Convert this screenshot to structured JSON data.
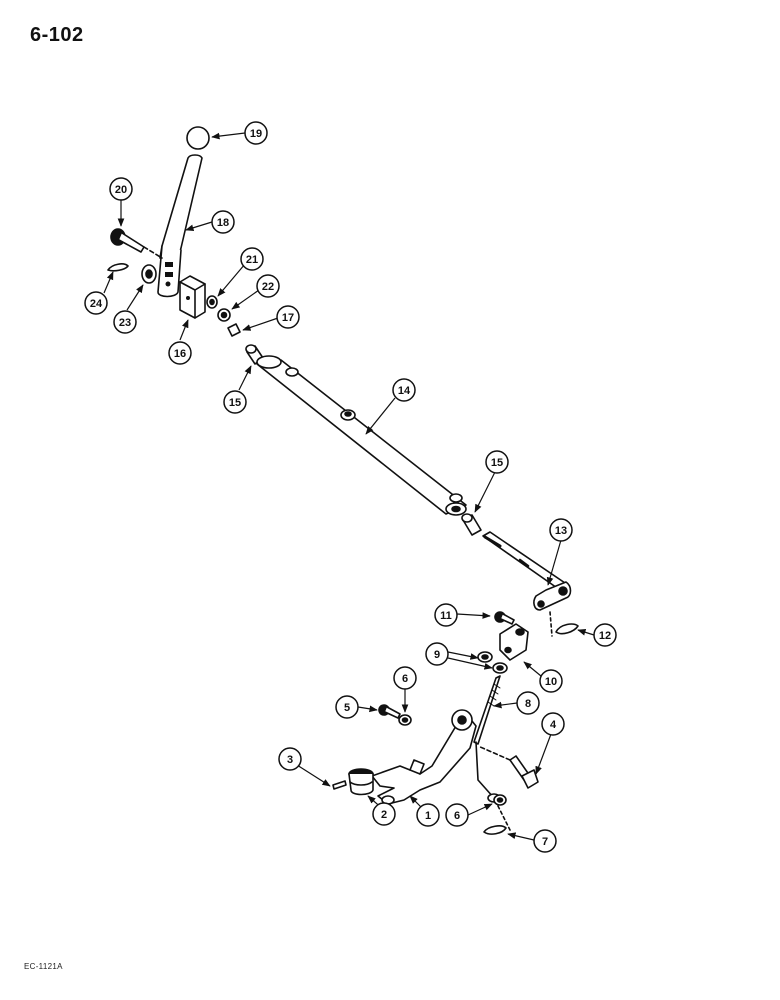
{
  "page_number": "6-102",
  "figure_code": "EC-1121A",
  "callouts": [
    {
      "id": "c1",
      "label": "1"
    },
    {
      "id": "c2",
      "label": "2"
    },
    {
      "id": "c3",
      "label": "3"
    },
    {
      "id": "c4",
      "label": "4"
    },
    {
      "id": "c5",
      "label": "5"
    },
    {
      "id": "c6a",
      "label": "6"
    },
    {
      "id": "c6b",
      "label": "6"
    },
    {
      "id": "c7",
      "label": "7"
    },
    {
      "id": "c8",
      "label": "8"
    },
    {
      "id": "c9",
      "label": "9"
    },
    {
      "id": "c10",
      "label": "10"
    },
    {
      "id": "c11",
      "label": "11"
    },
    {
      "id": "c12",
      "label": "12"
    },
    {
      "id": "c13",
      "label": "13"
    },
    {
      "id": "c14",
      "label": "14"
    },
    {
      "id": "c15a",
      "label": "15"
    },
    {
      "id": "c15b",
      "label": "15"
    },
    {
      "id": "c16",
      "label": "16"
    },
    {
      "id": "c17",
      "label": "17"
    },
    {
      "id": "c18",
      "label": "18"
    },
    {
      "id": "c19",
      "label": "19"
    },
    {
      "id": "c20",
      "label": "20"
    },
    {
      "id": "c21",
      "label": "21"
    },
    {
      "id": "c22",
      "label": "22"
    },
    {
      "id": "c23",
      "label": "23"
    },
    {
      "id": "c24",
      "label": "24"
    }
  ]
}
